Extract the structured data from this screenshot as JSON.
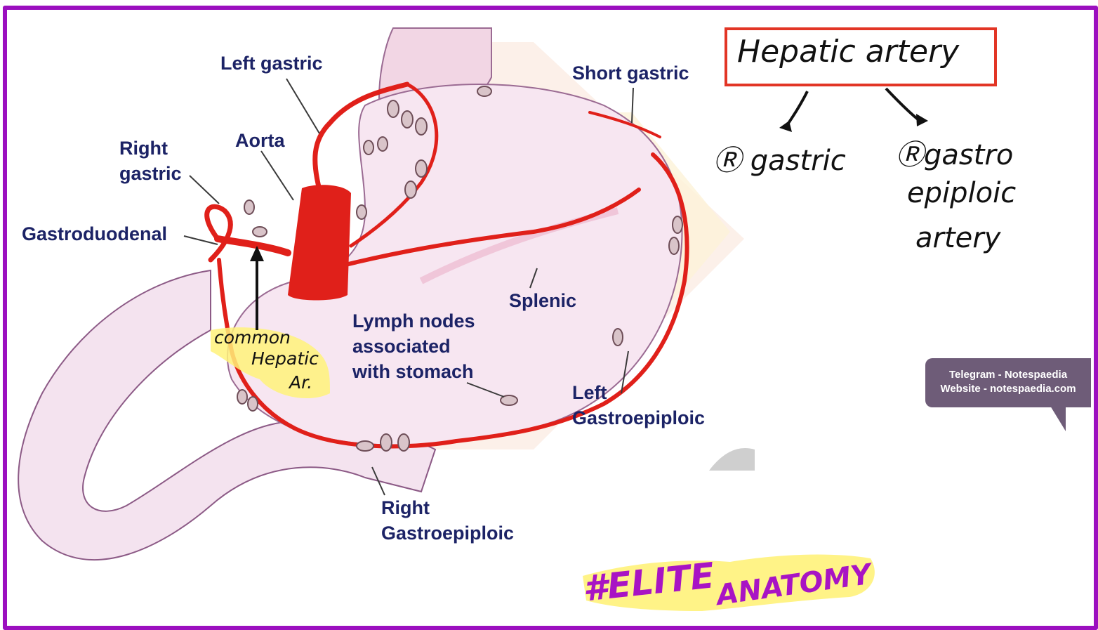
{
  "labels": {
    "left_gastric": "Left gastric",
    "short_gastric": "Short gastric",
    "aorta": "Aorta",
    "right_gastric_1": "Right",
    "right_gastric_2": "gastric",
    "gastroduodenal": "Gastroduodenal",
    "splenic": "Splenic",
    "lymph_1": "Lymph nodes",
    "lymph_2": "associated",
    "lymph_3": "with stomach",
    "left_ge_1": "Left",
    "left_ge_2": "Gastroepiploic",
    "right_ge_1": "Right",
    "right_ge_2": "Gastroepiploic"
  },
  "handwritten": {
    "hepatic_artery": "Hepatic artery",
    "r_gastric": "Ⓡ gastric",
    "r_gastro": "Ⓡgastro",
    "epiploic": "epiploic",
    "artery": "artery",
    "common": "common",
    "hepatic": "Hepatic",
    "ar": "Ar."
  },
  "watermark": {
    "line1": "Telegram - Notespaedia",
    "line2": "Website - notespaedia.com"
  },
  "tag": {
    "part1": "#ELITE",
    "part2": "ANATOMY"
  },
  "colors": {
    "frame": "#9b0fbf",
    "box": "#e23525",
    "label": "#1c2366",
    "artery": "#e0201a",
    "highlight": "#fff27a"
  }
}
